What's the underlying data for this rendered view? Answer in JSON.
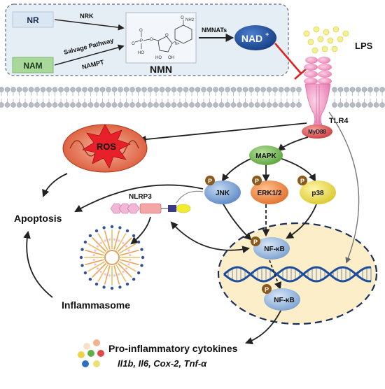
{
  "top_panel": {
    "nr_label": "NR",
    "nam_label": "NAM",
    "nrk_label": "NRK",
    "salvage_label": "Salvage Pathway",
    "nampt_label": "NAMPT",
    "nmnats_label": "NMNATs",
    "nad_label": "NAD",
    "nad_superscript": "+",
    "nmn_label": "NMN"
  },
  "membrane": {
    "lps_label": "LPS",
    "tlr4_label": "TLR4",
    "myd88_label": "MyD88"
  },
  "signaling": {
    "ros_label": "ROS",
    "mapk_label": "MAPK",
    "jnk_label": "JNK",
    "erk_label": "ERK1/2",
    "p38_label": "p38",
    "phospho_label": "P",
    "nlrp3_label": "NLRP3",
    "apoptosis_label": "Apoptosis",
    "inflammasome_label": "Inflammasome",
    "nfkb_label_1": "NF-κB",
    "nfkb_label_2": "NF-κB"
  },
  "output": {
    "cytokines_title": "Pro-inflammatory cytokines",
    "cytokines_genes": "Il1b, Il6, Cox-2, Tnf-α"
  },
  "colors": {
    "panel_bg": "#e6eef5",
    "nad_fill": "#1f4e9c",
    "tlr4_fill": "#f4a6c8",
    "mapk_fill": "#7cbf5e",
    "jnk_fill": "#7ba3d6",
    "erk_fill": "#f08c4a",
    "p38_fill": "#e8dc4a",
    "nucleus_fill": "#fbeec9",
    "phospho_fill": "#8b5a1a",
    "inhibit_red": "#e02020",
    "lps_yellow": "#f0ee7a"
  }
}
